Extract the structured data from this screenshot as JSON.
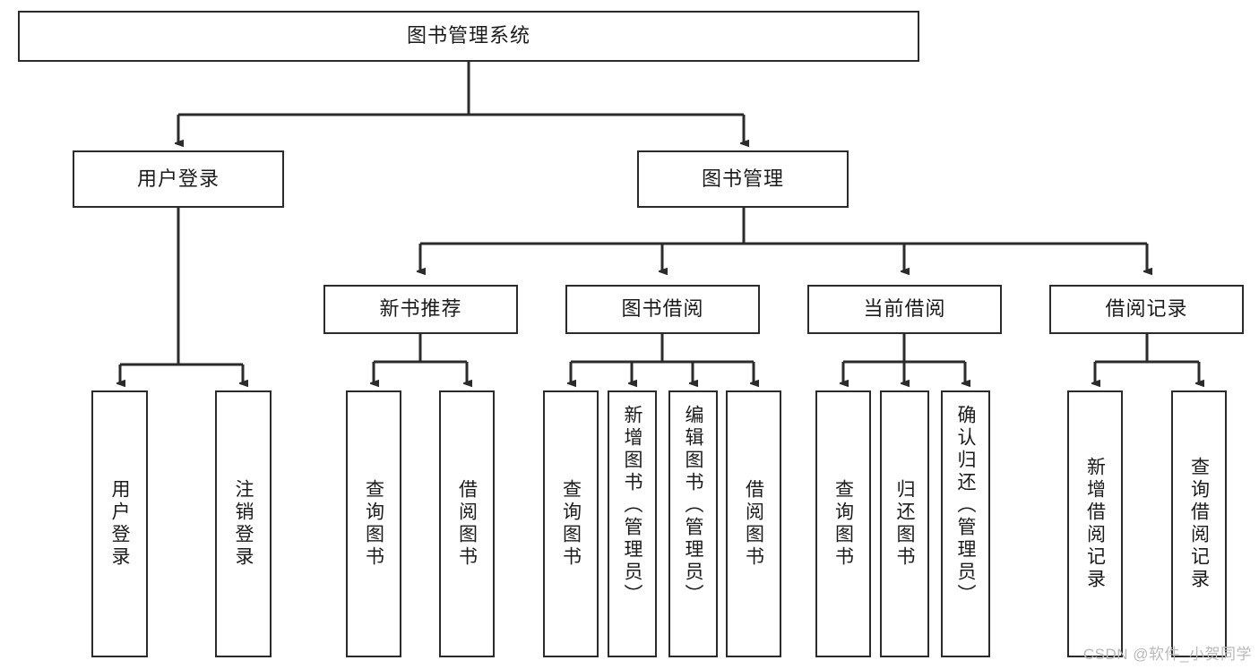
{
  "diagram": {
    "title_node": {
      "label": "图书管理系统"
    },
    "level2": [
      {
        "id": "user-login",
        "label": "用户登录"
      },
      {
        "id": "book-management",
        "label": "图书管理"
      }
    ],
    "level3": [
      {
        "id": "new-book-recommend",
        "label": "新书推荐"
      },
      {
        "id": "book-borrow",
        "label": "图书借阅"
      },
      {
        "id": "current-borrow",
        "label": "当前借阅"
      },
      {
        "id": "borrow-record",
        "label": "借阅记录"
      }
    ],
    "leaves": [
      {
        "id": "leaf-user-login",
        "label": "用户登录"
      },
      {
        "id": "leaf-logout-login",
        "label": "注销登录"
      },
      {
        "id": "leaf-query-book-1",
        "label": "查询图书"
      },
      {
        "id": "leaf-borrow-book-1",
        "label": "借阅图书"
      },
      {
        "id": "leaf-query-book-2",
        "label": "查询图书"
      },
      {
        "id": "leaf-add-book",
        "label": "新增图书（管理员）"
      },
      {
        "id": "leaf-edit-book",
        "label": "编辑图书（管理员）"
      },
      {
        "id": "leaf-borrow-book-2",
        "label": "借阅图书"
      },
      {
        "id": "leaf-query-book-3",
        "label": "查询图书"
      },
      {
        "id": "leaf-return-book",
        "label": "归还图书"
      },
      {
        "id": "leaf-confirm-return",
        "label": "确认归还（管理员）"
      },
      {
        "id": "leaf-add-record",
        "label": "新增借阅记录"
      },
      {
        "id": "leaf-query-record",
        "label": "查询借阅记录"
      }
    ],
    "watermark": "CSDN @软件_小贺同学",
    "colors": {
      "stroke": "#2b2b2b",
      "fill": "#ffffff",
      "text": "#1b1b1b",
      "watermark": "#b9b9b9"
    }
  }
}
